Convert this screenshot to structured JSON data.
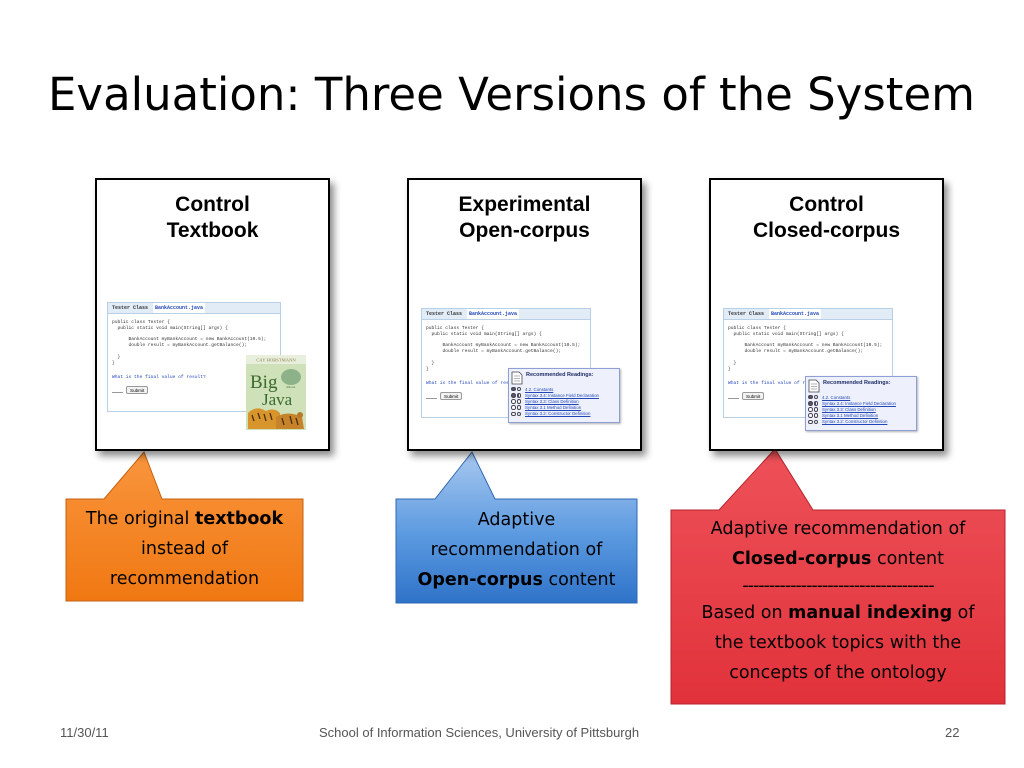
{
  "slide": {
    "title": "Evaluation: Three Versions of the System"
  },
  "panels": [
    {
      "title_line1": "Control",
      "title_line2": "Textbook"
    },
    {
      "title_line1": "Experimental",
      "title_line2": "Open-corpus"
    },
    {
      "title_line1": "Control",
      "title_line2": "Closed-corpus"
    }
  ],
  "app_screenshot": {
    "tab_1": "Tester Class",
    "tab_2": "BankAccount.java",
    "code": "public class Tester {\n  public static void main(String[] args) {\n\n      BankAccount myBankAccount = new BankAccount(10.5);\n      double result = myBankAccount.getBalance();\n\n  }\n}",
    "question": "What is the final value of result?",
    "submit_label": "Submit"
  },
  "book_cover": {
    "author": "CAY HORSTMANN",
    "title_word_1": "Big",
    "title_word_2": "Java",
    "edition": "4th ed."
  },
  "recommendations": {
    "heading": "Recommended Readings:",
    "items": [
      "4.2. Constants",
      "Syntax 3.4: Instance Field Declaration",
      "Syntax 3.3: Class Definition",
      "Syntax 3.1 Method Definition",
      "Syntax 3.2: Constructor Definition"
    ]
  },
  "callouts": {
    "textbook": {
      "prefix": "The original ",
      "bold": "textbook",
      "line2": "instead of",
      "line3": "recommendation",
      "color": "#f5821f"
    },
    "open": {
      "line1": "Adaptive",
      "line2": "recommendation of",
      "bold": "Open-corpus",
      "suffix": " content",
      "color": "#3f86d6"
    },
    "closed": {
      "line1": "Adaptive recommendation of",
      "bold": "Closed-corpus",
      "suffix": " content",
      "separator": "------------------------------------",
      "line3_prefix": "Based on ",
      "line3_bold": "manual indexing",
      "line3_suffix": " of",
      "line4": "the textbook topics with the",
      "line5": "concepts of the ontology",
      "color": "#e53e46"
    }
  },
  "footer": {
    "date": "11/30/11",
    "institution": "School of Information Sciences, University of Pittsburgh",
    "page_number": "22"
  },
  "icons": {
    "document": "document-icon",
    "rating": "rating-dot-icon"
  }
}
